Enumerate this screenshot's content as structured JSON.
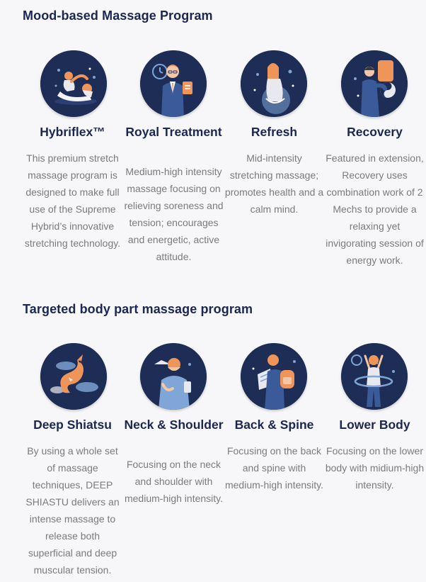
{
  "sections": [
    {
      "title": "Mood-based Massage Program",
      "programs": [
        {
          "title": "Hybriflex™",
          "icon": "stretch-figure-icon",
          "desc": "This premium stretch massage program is designed to make full use of the Supreme Hybrid’s innovative stretching technology."
        },
        {
          "title": "Royal Treatment",
          "icon": "businessman-icon",
          "desc": "Medium-high intensity massage focusing on relieving soreness and tension; encourages and energetic, active attitude."
        },
        {
          "title": "Refresh",
          "icon": "woman-relaxing-icon",
          "desc": "Mid-intensity stretching massage; promotes health and a calm mind."
        },
        {
          "title": "Recovery",
          "icon": "tai-chi-figure-icon",
          "desc": "Featured in extension, Recovery uses combination work of 2 Mechs to provide a relaxing yet invigorating session of energy work."
        }
      ]
    },
    {
      "title": "Targeted body part massage program",
      "programs": [
        {
          "title": "Deep Shiatsu",
          "icon": "dragon-icon",
          "desc": "By using a whole set of massage techniques, DEEP SHIASTU delivers an intense massage to release both superficial and deep muscular tension."
        },
        {
          "title": "Neck & Shoulder",
          "icon": "phone-user-icon",
          "desc": "Focusing on the neck and shoulder with medium-high intensity."
        },
        {
          "title": "Back & Spine",
          "icon": "backpack-student-icon",
          "desc": "Focusing on the back and spine with medium-high intensity."
        },
        {
          "title": "Lower Body",
          "icon": "hula-hoop-icon",
          "desc": "Focusing on the lower body with midium-high intensity."
        }
      ]
    }
  ],
  "colors": {
    "heading": "#1b2751",
    "body_text": "#7b7b7b",
    "icon_bg": "#1e2d56",
    "accent_orange": "#f0955a",
    "accent_blue": "#7fa6d6",
    "background": "#f7f7f9"
  }
}
